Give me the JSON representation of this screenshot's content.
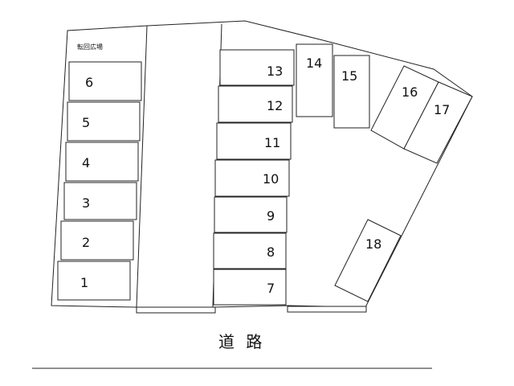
{
  "map": {
    "turnaround_label": "転回広場",
    "road_label": "道 路",
    "spaces": [
      {
        "label": "1"
      },
      {
        "label": "2"
      },
      {
        "label": "3"
      },
      {
        "label": "4"
      },
      {
        "label": "5"
      },
      {
        "label": "6"
      },
      {
        "label": "7"
      },
      {
        "label": "8"
      },
      {
        "label": "9"
      },
      {
        "label": "10"
      },
      {
        "label": "11"
      },
      {
        "label": "12"
      },
      {
        "label": "13"
      },
      {
        "label": "14"
      },
      {
        "label": "15"
      },
      {
        "label": "16"
      },
      {
        "label": "17"
      },
      {
        "label": "18"
      }
    ]
  }
}
